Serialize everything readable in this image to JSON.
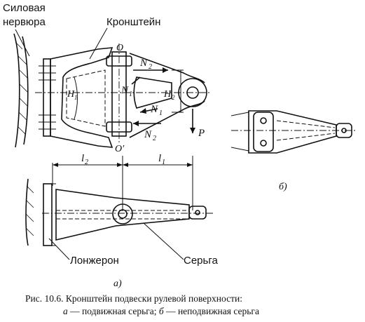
{
  "labels": {
    "rib": [
      "Силовая",
      "нервюра"
    ],
    "bracket": "Кронштейн",
    "spar": "Лонжерон",
    "shackle": "Серьга"
  },
  "symbols": {
    "O": "O",
    "O_prime": "O′",
    "N2_top": "N",
    "N2_top_sub": "2",
    "N1_mid": "N",
    "N1_mid_sub": "1",
    "N1_low": "N",
    "N1_low_sub": "1",
    "N2_bot": "N",
    "N2_bot_sub": "2",
    "H1": "H",
    "H1_sub": "1",
    "H2": "H",
    "H2_sub": "2",
    "P": "P",
    "l2": "l",
    "l2_sub": "2",
    "l1": "l",
    "l1_sub": "1"
  },
  "view_labels": {
    "a": "а)",
    "b": "б)"
  },
  "caption": {
    "line1": "Рис. 10.6. Кронштейн подвески рулевой поверхности:",
    "line2_a": "а",
    "line2_a_text": " — подвижная серьга; ",
    "line2_b": "б",
    "line2_b_text": " — неподвижная серьга"
  }
}
